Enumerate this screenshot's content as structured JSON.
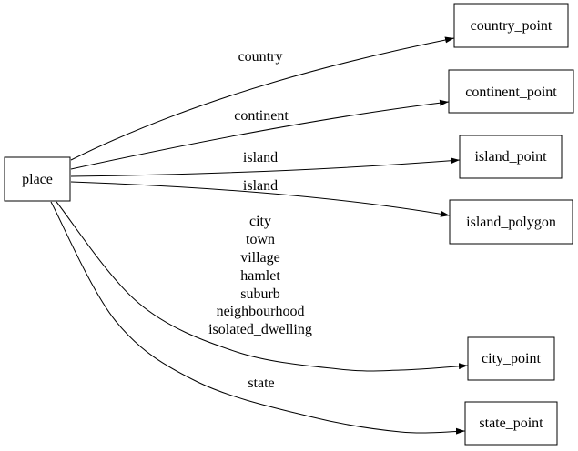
{
  "diagram": {
    "kind": "directed-graph",
    "background_color": "#ffffff",
    "line_color": "#000000",
    "text_color": "#000000",
    "nodes": {
      "place": {
        "label": "place"
      },
      "country_point": {
        "label": "country_point"
      },
      "continent_point": {
        "label": "continent_point"
      },
      "island_point": {
        "label": "island_point"
      },
      "island_polygon": {
        "label": "island_polygon"
      },
      "city_point": {
        "label": "city_point"
      },
      "state_point": {
        "label": "state_point"
      }
    },
    "edges": [
      {
        "from": "place",
        "to": "country_point",
        "label": "country"
      },
      {
        "from": "place",
        "to": "continent_point",
        "label": "continent"
      },
      {
        "from": "place",
        "to": "island_point",
        "label": "island"
      },
      {
        "from": "place",
        "to": "island_polygon",
        "label": "island"
      },
      {
        "from": "place",
        "to": "city_point",
        "label_lines": [
          "city",
          "town",
          "village",
          "hamlet",
          "suburb",
          "neighbourhood",
          "isolated_dwelling"
        ]
      },
      {
        "from": "place",
        "to": "state_point",
        "label": "state"
      }
    ]
  }
}
